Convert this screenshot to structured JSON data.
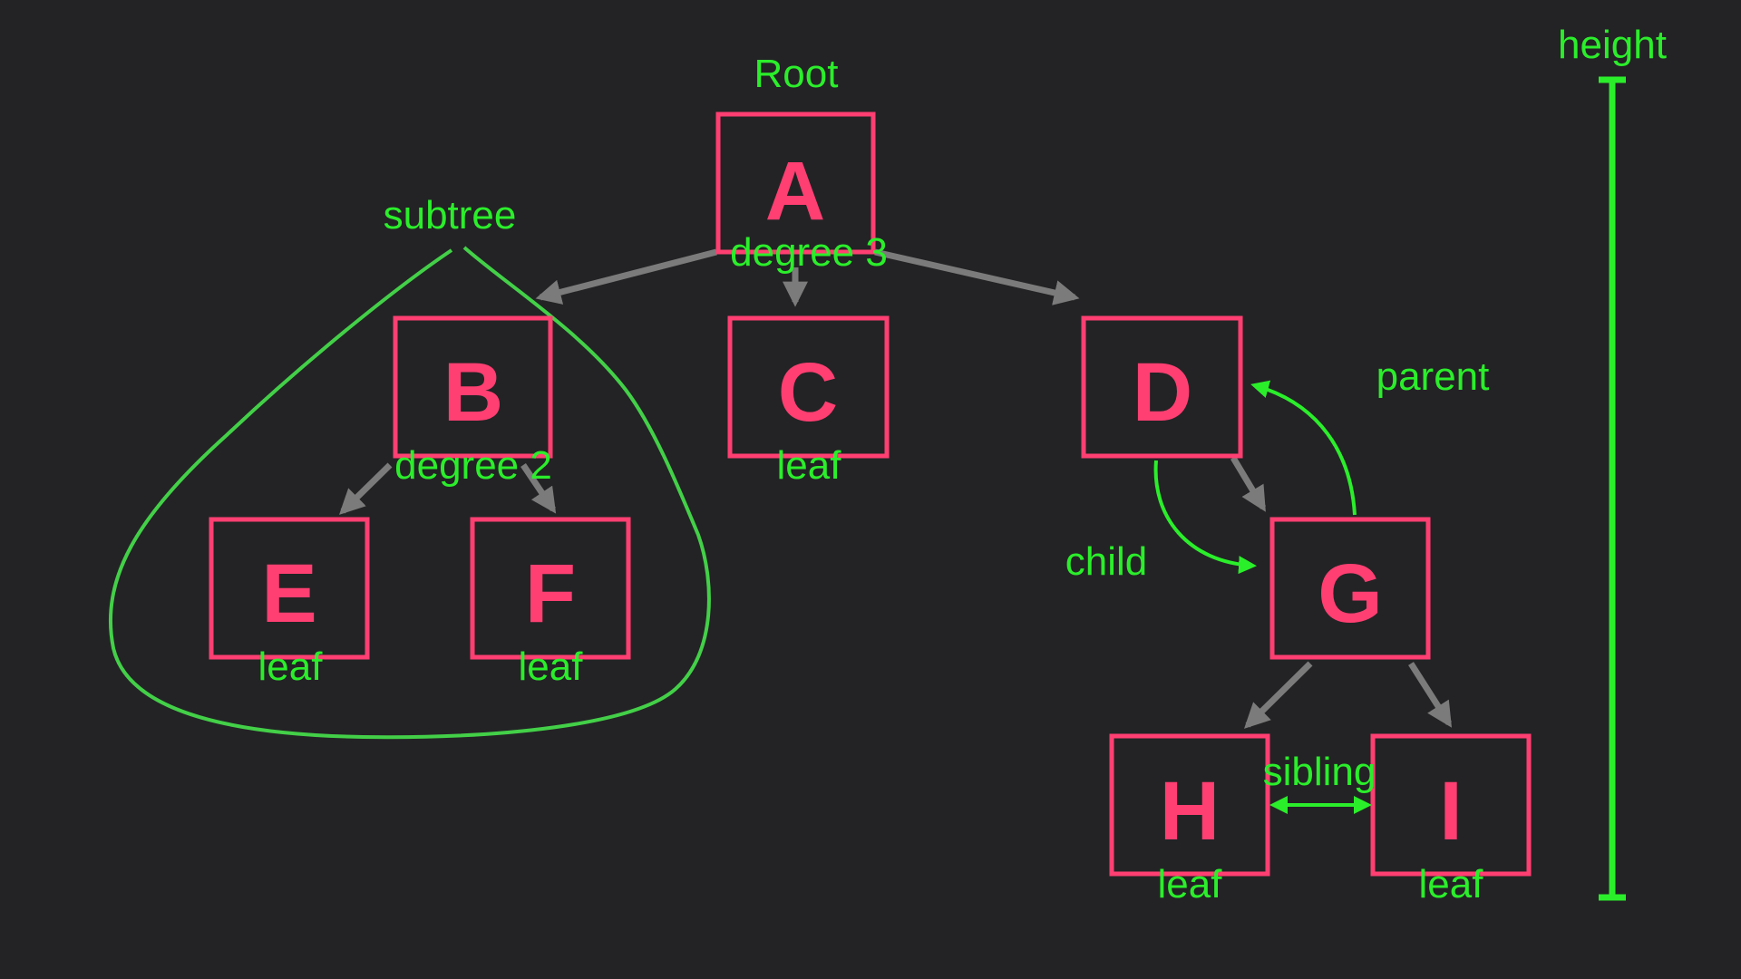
{
  "colors": {
    "background": "#232325",
    "node": "#ff3f72",
    "label": "#2bee2b",
    "arrow": "#7b7b7b",
    "subtree_outline": "#43d048"
  },
  "nodes": [
    {
      "id": "A",
      "letter": "A",
      "sub_label": "degree 3"
    },
    {
      "id": "B",
      "letter": "B",
      "sub_label": "degree 2"
    },
    {
      "id": "C",
      "letter": "C",
      "sub_label": "leaf"
    },
    {
      "id": "D",
      "letter": "D",
      "sub_label": ""
    },
    {
      "id": "E",
      "letter": "E",
      "sub_label": "leaf"
    },
    {
      "id": "F",
      "letter": "F",
      "sub_label": "leaf"
    },
    {
      "id": "G",
      "letter": "G",
      "sub_label": ""
    },
    {
      "id": "H",
      "letter": "H",
      "sub_label": "leaf"
    },
    {
      "id": "I",
      "letter": "I",
      "sub_label": "leaf"
    }
  ],
  "edges": [
    {
      "from": "A",
      "to": "B"
    },
    {
      "from": "A",
      "to": "C"
    },
    {
      "from": "A",
      "to": "D"
    },
    {
      "from": "B",
      "to": "E"
    },
    {
      "from": "B",
      "to": "F"
    },
    {
      "from": "D",
      "to": "G"
    },
    {
      "from": "G",
      "to": "H"
    },
    {
      "from": "G",
      "to": "I"
    }
  ],
  "annotations": {
    "root": "Root",
    "subtree": "subtree",
    "parent": "parent",
    "child": "child",
    "sibling": "sibling",
    "height": "height"
  }
}
